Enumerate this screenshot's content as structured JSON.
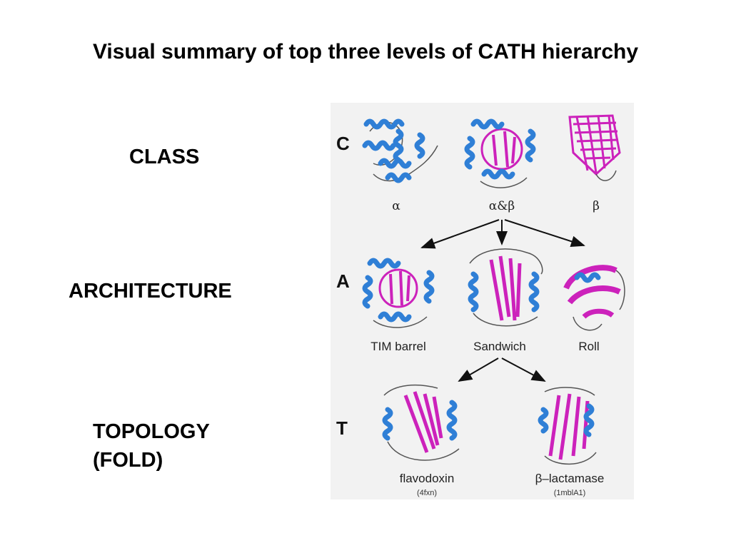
{
  "title": "Visual summary of top three levels of CATH hierarchy",
  "levels": {
    "class": "CLASS",
    "architecture": "ARCHITECTURE",
    "topology_line1": "TOPOLOGY",
    "topology_line2": "(FOLD)"
  },
  "figure": {
    "rows": [
      {
        "letter": "C",
        "captions": [
          "α",
          "α&β",
          "β"
        ]
      },
      {
        "letter": "A",
        "captions": [
          "TIM barrel",
          "Sandwich",
          "Roll"
        ]
      },
      {
        "letter": "T",
        "captions": [
          "flavodoxin",
          "β–lactamase"
        ],
        "ids": [
          "(4fxn)",
          "(1mblA1)"
        ]
      }
    ],
    "colors": {
      "helix": "#2f7fd6",
      "strand": "#cc22bb",
      "coil": "#555555",
      "background": "#f2f2f2"
    }
  }
}
